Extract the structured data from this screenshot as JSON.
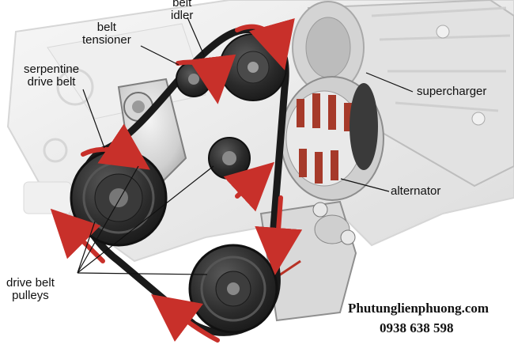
{
  "labels": {
    "belt_idler": "belt\nidler",
    "belt_tensioner": "belt\ntensioner",
    "serpentine_drive_belt": "serpentine\ndrive belt",
    "supercharger": "supercharger",
    "alternator": "alternator",
    "drive_belt_pulleys": "drive belt\npulleys"
  },
  "watermark": {
    "website": "Phutunglienphuong.com",
    "phone": "0938 638 598"
  },
  "colors": {
    "belt": "#1a1a1a",
    "arrow_red": "#c8302a",
    "metal_light": "#e6e6e6",
    "metal_mid": "#bdbdbd",
    "metal_dark": "#7a7a7a",
    "pulley_dark": "#2b2b2b"
  }
}
